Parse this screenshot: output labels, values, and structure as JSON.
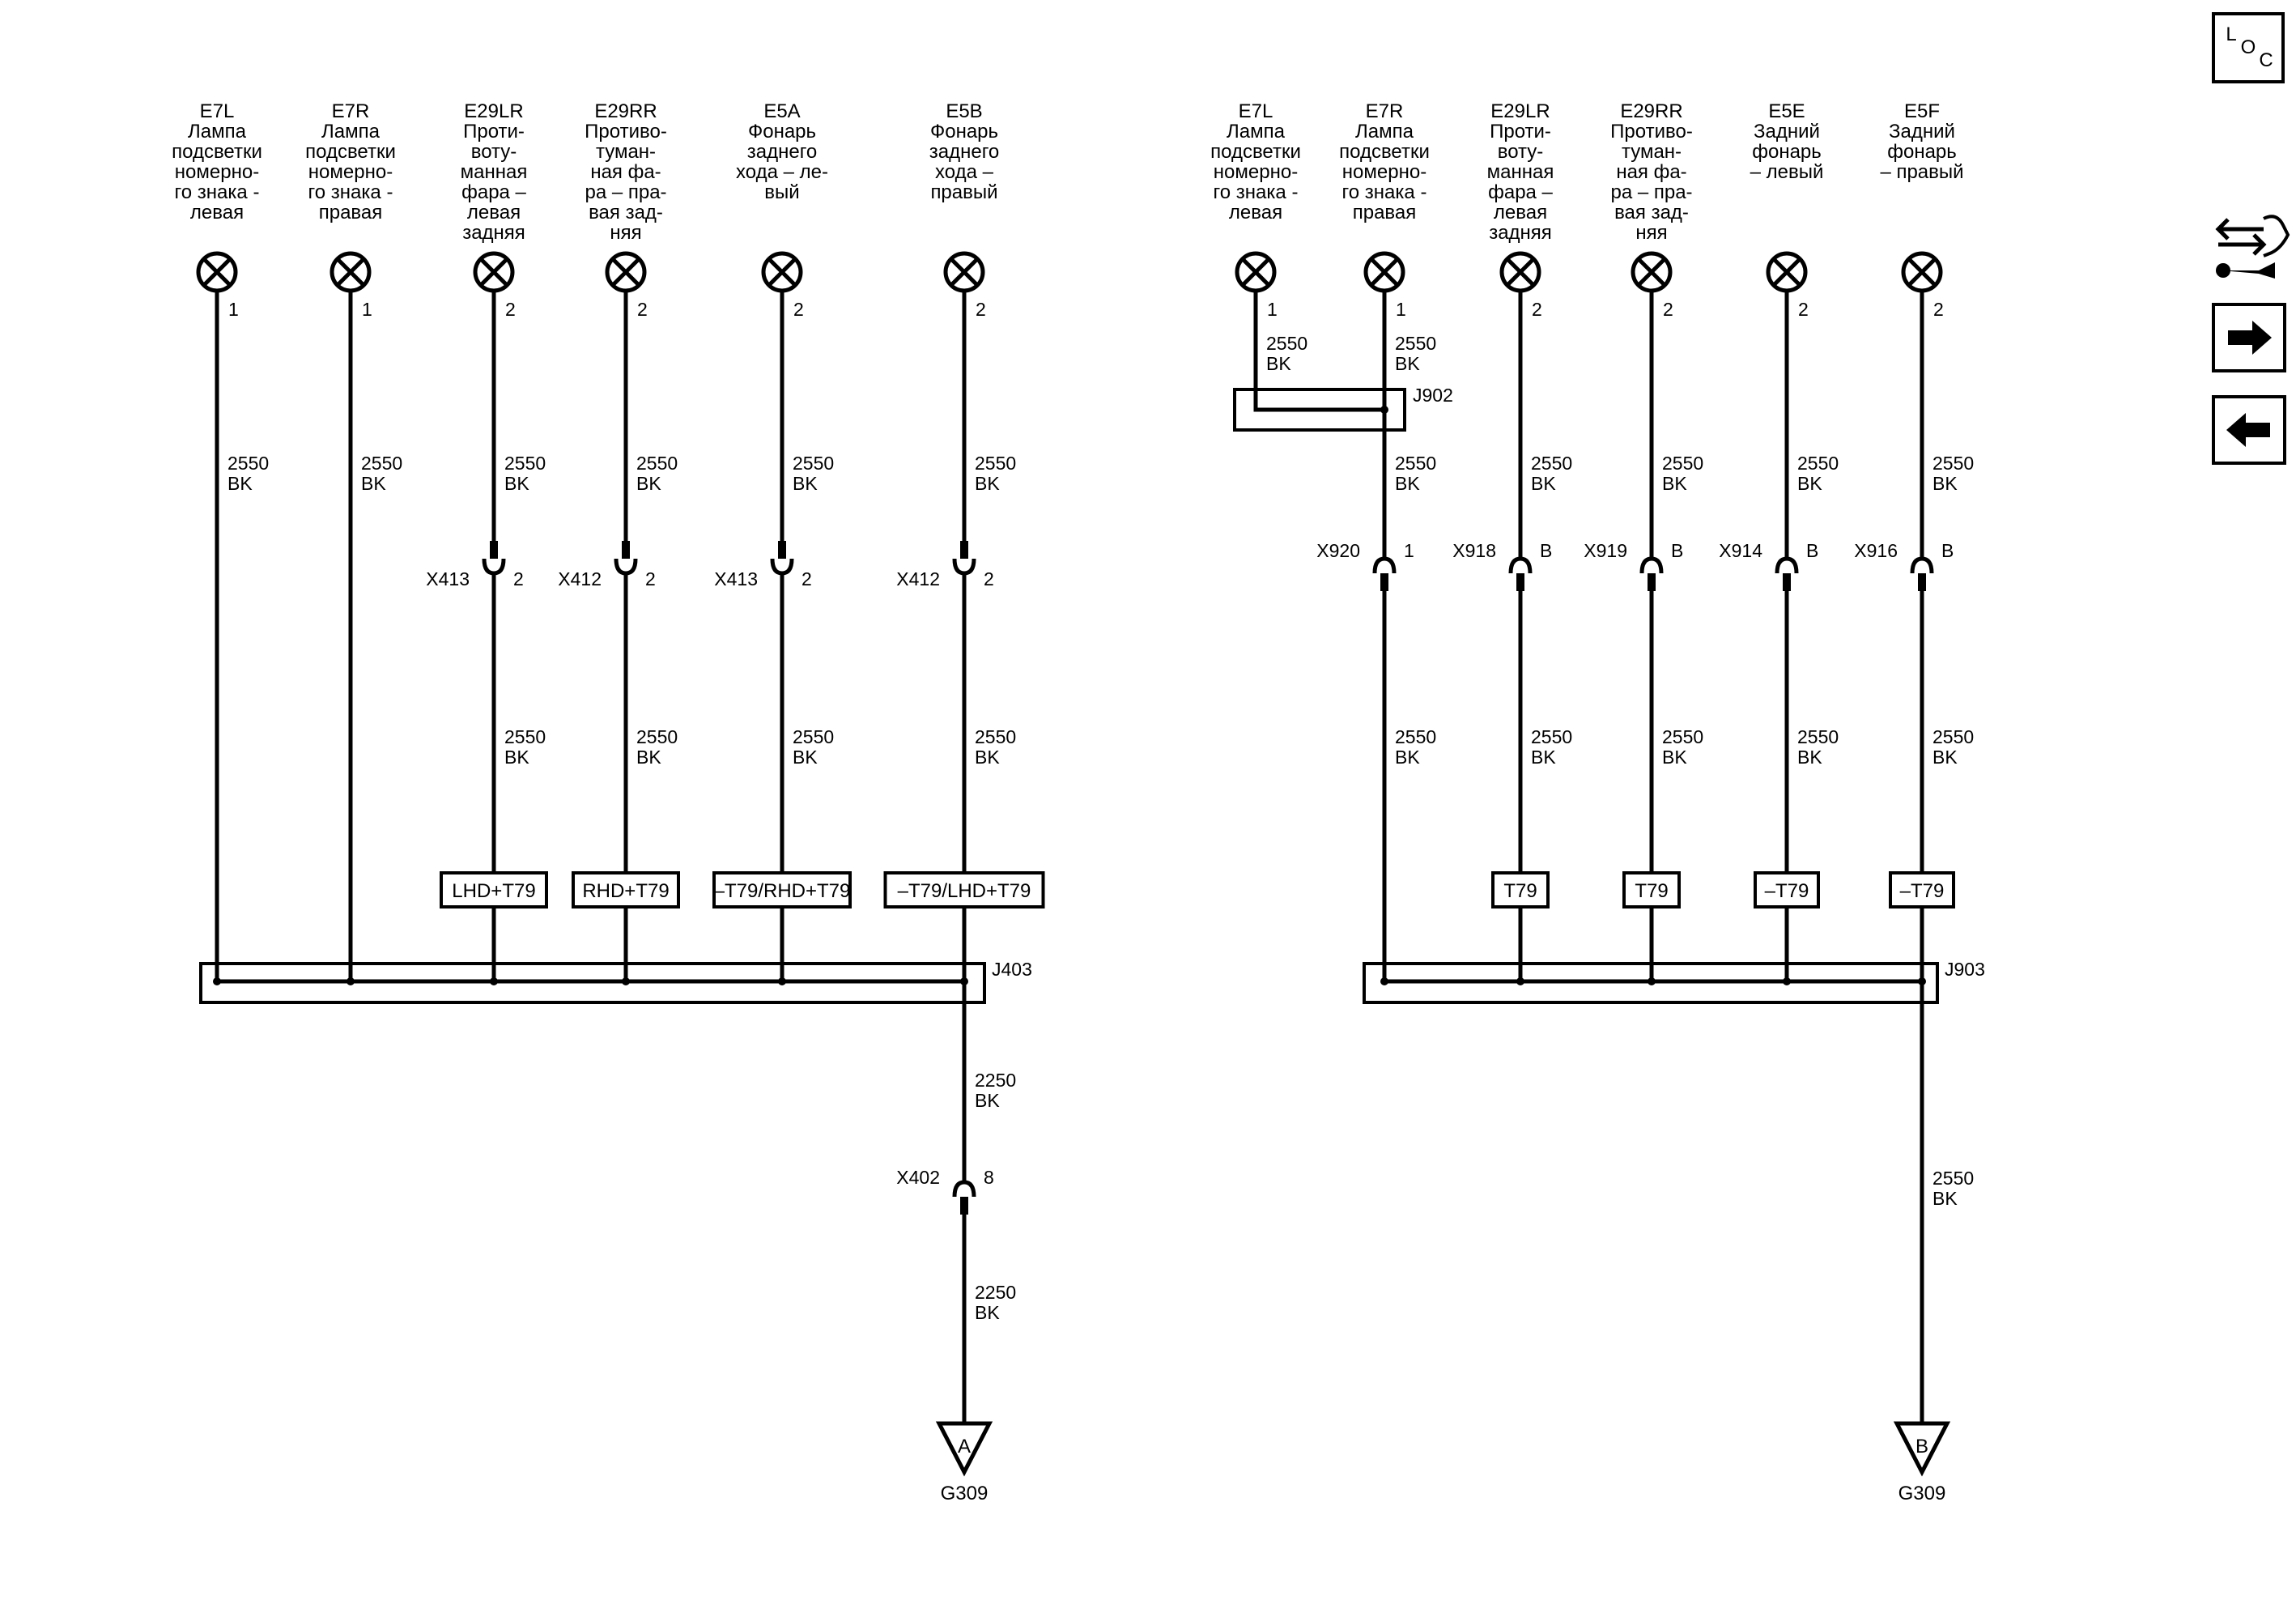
{
  "nav": {
    "loc_letters": [
      "L",
      "O",
      "C"
    ],
    "icons": [
      "connector-wrench-icon",
      "arrow-right-icon",
      "arrow-left-icon"
    ]
  },
  "left_circuit": {
    "components": [
      {
        "code": "E7L",
        "desc": [
          "Лампа",
          "подсветки",
          "номерно-",
          "го знака -",
          "левая"
        ],
        "pin": "1"
      },
      {
        "code": "E7R",
        "desc": [
          "Лампа",
          "подсветки",
          "номерно-",
          "го знака -",
          "правая"
        ],
        "pin": "1"
      },
      {
        "code": "E29LR",
        "desc": [
          "Проти-",
          "воту-",
          "манная",
          "фара –",
          "левая",
          "задняя"
        ],
        "pin": "2"
      },
      {
        "code": "E29RR",
        "desc": [
          "Противо-",
          "туман-",
          "ная фа-",
          "ра – пра-",
          "вая зад-",
          "няя"
        ],
        "pin": "2"
      },
      {
        "code": "E5A",
        "desc": [
          "Фонарь",
          "заднего",
          "хода – ле-",
          "вый"
        ],
        "pin": "2"
      },
      {
        "code": "E5B",
        "desc": [
          "Фонарь",
          "заднего",
          "хода –",
          "правый"
        ],
        "pin": "2"
      }
    ],
    "wire_labels": [
      [
        "2550",
        "BK"
      ],
      [
        "2550",
        "BK"
      ],
      [
        "2550",
        "BK"
      ],
      [
        "2550",
        "BK"
      ],
      [
        "2550",
        "BK"
      ],
      [
        "2550",
        "BK"
      ],
      [
        "2550",
        "BK"
      ],
      [
        "2550",
        "BK"
      ],
      [
        "2550",
        "BK"
      ],
      [
        "2550",
        "BK"
      ]
    ],
    "connectors": [
      {
        "name": "X413",
        "pin": "2"
      },
      {
        "name": "X412",
        "pin": "2"
      },
      {
        "name": "X413",
        "pin": "2"
      },
      {
        "name": "X412",
        "pin": "2"
      }
    ],
    "options": [
      "LHD+T79",
      "RHD+T79",
      "–T79/RHD+T79",
      "–T79/LHD+T79"
    ],
    "splice": "J403",
    "ground_wire_1": [
      "2250",
      "BK"
    ],
    "ground_connector": {
      "name": "X402",
      "pin": "8"
    },
    "ground_wire_2": [
      "2250",
      "BK"
    ],
    "ground_letter": "A",
    "ground": "G309"
  },
  "right_circuit": {
    "components": [
      {
        "code": "E7L",
        "desc": [
          "Лампа",
          "подсветки",
          "номерно-",
          "го знака -",
          "левая"
        ],
        "pin": "1"
      },
      {
        "code": "E7R",
        "desc": [
          "Лампа",
          "подсветки",
          "номерно-",
          "го знака -",
          "правая"
        ],
        "pin": "1"
      },
      {
        "code": "E29LR",
        "desc": [
          "Проти-",
          "воту-",
          "манная",
          "фара –",
          "левая",
          "задняя"
        ],
        "pin": "2"
      },
      {
        "code": "E29RR",
        "desc": [
          "Противо-",
          "туман-",
          "ная фа-",
          "ра – пра-",
          "вая зад-",
          "няя"
        ],
        "pin": "2"
      },
      {
        "code": "E5E",
        "desc": [
          "Задний",
          "фонарь",
          "– левый"
        ],
        "pin": "2"
      },
      {
        "code": "E5F",
        "desc": [
          "Задний",
          "фонарь",
          "– правый"
        ],
        "pin": "2"
      }
    ],
    "top_wire_labels": [
      [
        "2550",
        "BK"
      ],
      [
        "2550",
        "BK"
      ]
    ],
    "top_splice": "J902",
    "mid_wire_labels": [
      [
        "2550",
        "BK"
      ],
      [
        "2550",
        "BK"
      ],
      [
        "2550",
        "BK"
      ],
      [
        "2550",
        "BK"
      ],
      [
        "2550",
        "BK"
      ]
    ],
    "connectors": [
      {
        "name": "X920",
        "pin": "1"
      },
      {
        "name": "X918",
        "pin": "B"
      },
      {
        "name": "X919",
        "pin": "B"
      },
      {
        "name": "X914",
        "pin": "B"
      },
      {
        "name": "X916",
        "pin": "B"
      }
    ],
    "lower_wire_labels": [
      [
        "2550",
        "BK"
      ],
      [
        "2550",
        "BK"
      ],
      [
        "2550",
        "BK"
      ],
      [
        "2550",
        "BK"
      ],
      [
        "2550",
        "BK"
      ]
    ],
    "options": [
      "T79",
      "T79",
      "–T79",
      "–T79"
    ],
    "splice": "J903",
    "ground_wire": [
      "2550",
      "BK"
    ],
    "ground_letter": "B",
    "ground": "G309"
  }
}
